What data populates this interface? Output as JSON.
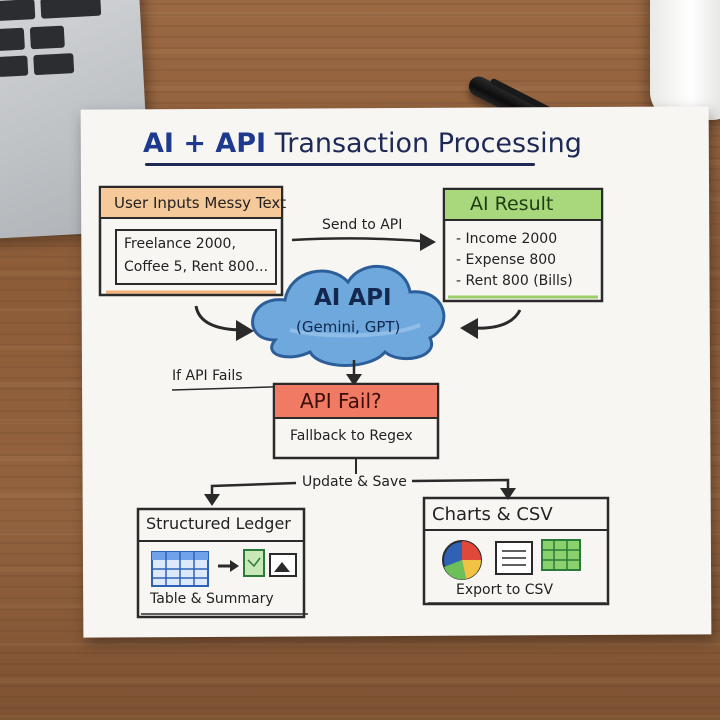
{
  "title": {
    "bold": "AI + API",
    "rest": "Transaction Processing"
  },
  "input_box": {
    "header": "User Inputs Messy Text",
    "line1": "Freelance 2000,",
    "line2": "Coffee 5, Rent 800..."
  },
  "send_label": "Send to API",
  "result_box": {
    "header": "AI Result",
    "items": [
      "- Income 2000",
      "- Expense 800",
      "- Rent 800 (Bills)"
    ]
  },
  "cloud": {
    "title": "AI API",
    "subtitle": "(Gemini, GPT)"
  },
  "if_fails_label": "If API Fails",
  "fail_box": {
    "header": "API Fail?",
    "body": "Fallback to Regex"
  },
  "update_label": "Update & Save",
  "ledger_box": {
    "header": "Structured Ledger",
    "footer": "Table & Summary"
  },
  "charts_box": {
    "header": "Charts & CSV",
    "footer": "Export to CSV"
  },
  "colors": {
    "input_header": "#f6c99a",
    "result_header": "#a9d77b",
    "cloud": "#6fa8dc",
    "fail_header": "#f07a63",
    "ink": "#262626"
  },
  "icons": [
    "table-icon",
    "document-icon",
    "image-icon",
    "pie-chart-icon",
    "list-document-icon",
    "spreadsheet-icon"
  ]
}
